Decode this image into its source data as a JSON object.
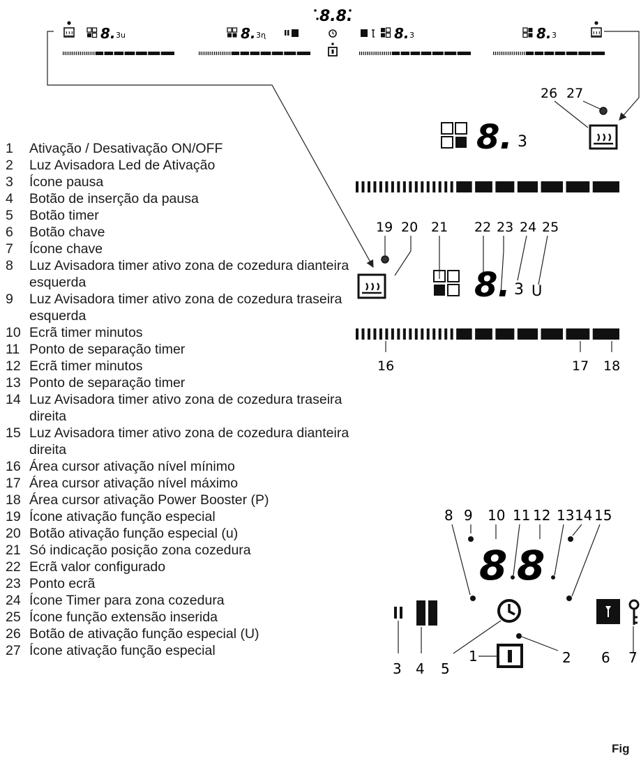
{
  "figure_label": "Fig",
  "legend": [
    {
      "n": "1",
      "text": "Ativação / Desativação ON/OFF"
    },
    {
      "n": "2",
      "text": "Luz Avisadora Led de Ativação"
    },
    {
      "n": "3",
      "text": "Ícone pausa"
    },
    {
      "n": "4",
      "text": "Botão de inserção da pausa"
    },
    {
      "n": "5",
      "text": "Botão timer"
    },
    {
      "n": "6",
      "text": "Botão chave"
    },
    {
      "n": "7",
      "text": "Ícone chave"
    },
    {
      "n": "8",
      "text": "Luz Avisadora timer ativo zona de cozedura dianteira esquerda"
    },
    {
      "n": "9",
      "text": "Luz Avisadora timer ativo zona de cozedura traseira esquerda"
    },
    {
      "n": "10",
      "text": "Ecrã timer minutos"
    },
    {
      "n": "11",
      "text": "Ponto de separação timer"
    },
    {
      "n": "12",
      "text": "Ecrã timer minutos"
    },
    {
      "n": "13",
      "text": "Ponto de separação timer"
    },
    {
      "n": "14",
      "text": "Luz Avisadora timer ativo zona de cozedura traseira direita"
    },
    {
      "n": "15",
      "text": "Luz Avisadora timer ativo zona de cozedura dianteira direita"
    },
    {
      "n": "16",
      "text": "Área cursor ativação nível mínimo"
    },
    {
      "n": "17",
      "text": "Área cursor ativação nível máximo"
    },
    {
      "n": "18",
      "text": "Área cursor ativação Power Booster (P)"
    },
    {
      "n": "19",
      "text": "Ícone ativação função especial"
    },
    {
      "n": "20",
      "text": "Botão ativação função especial (u)"
    },
    {
      "n": "21",
      "text": "Só indicação posição zona cozedura"
    },
    {
      "n": "22",
      "text": "Ecrã valor configurado"
    },
    {
      "n": "23",
      "text": "Ponto ecrã"
    },
    {
      "n": "24",
      "text": "Ícone Timer para zona cozedura"
    },
    {
      "n": "25",
      "text": "Ícone função extensão inserida"
    },
    {
      "n": "26",
      "text": "Botão de ativação função especial  (U)"
    },
    {
      "n": "27",
      "text": "Ícone ativação função especial"
    }
  ],
  "top_strip": {
    "zone_digits": [
      "8.",
      "8.",
      "8.",
      "8."
    ],
    "zone_suffixes": [
      "3u",
      "3ɳ",
      "3",
      "3"
    ],
    "timer_digits": "8.8."
  },
  "right_top_detail": {
    "callouts": [
      "26",
      "27"
    ],
    "digit": "8.",
    "timer_glyph": "3"
  },
  "mid_detail": {
    "callouts": [
      "19",
      "20",
      "21",
      "22",
      "23",
      "24",
      "25"
    ],
    "digit": "8.",
    "timer_glyph": "3",
    "ext_glyph": "U",
    "slider_callouts": [
      "16",
      "17",
      "18"
    ]
  },
  "bottom_panel": {
    "top_callouts": [
      "8",
      "9",
      "10",
      "11",
      "12",
      "13",
      "14",
      "15"
    ],
    "timer_digits": [
      "8",
      "8"
    ],
    "bottom_callouts": [
      "3",
      "4",
      "5",
      "1",
      "2",
      "6",
      "7"
    ]
  }
}
